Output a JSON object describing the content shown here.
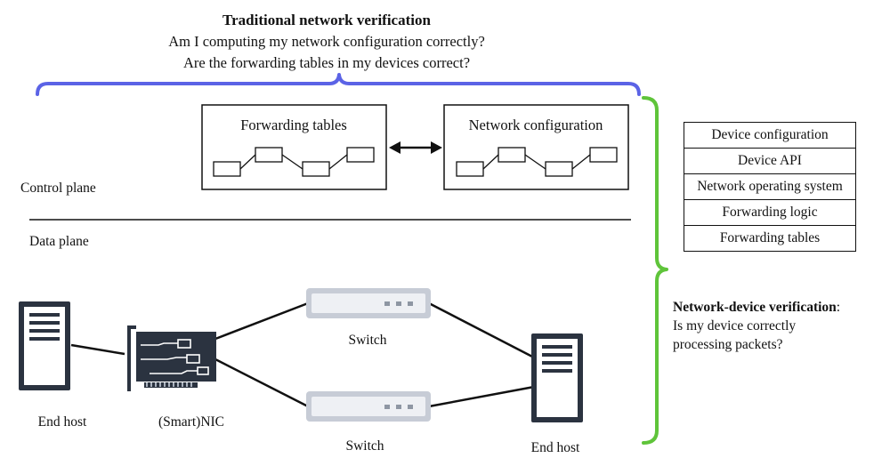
{
  "traditional": {
    "title": "Traditional network verification",
    "question1": "Am I computing my network configuration correctly?",
    "question2": "Are the forwarding tables in my devices correct?"
  },
  "boxes": {
    "forwarding_tables": "Forwarding tables",
    "network_configuration": "Network configuration"
  },
  "planes": {
    "control": "Control plane",
    "data": "Data plane"
  },
  "device_stack": [
    "Device configuration",
    "Device API",
    "Network operating system",
    "Forwarding logic",
    "Forwarding tables"
  ],
  "device_verification": {
    "title": "Network-device verification",
    "title_suffix": ":",
    "line1": "Is my device correctly",
    "line2": "processing packets?"
  },
  "nodes": {
    "end_host_left": "End host",
    "nic": "(Smart)NIC",
    "switch_top": "Switch",
    "switch_bottom": "Switch",
    "end_host_right": "End host"
  },
  "colors": {
    "traditional_brace": "#5b63e6",
    "device_brace": "#5fc43a",
    "device_fill": "#2b3340",
    "switch_fill": "#c7ccd6",
    "switch_face": "#eef0f4"
  }
}
